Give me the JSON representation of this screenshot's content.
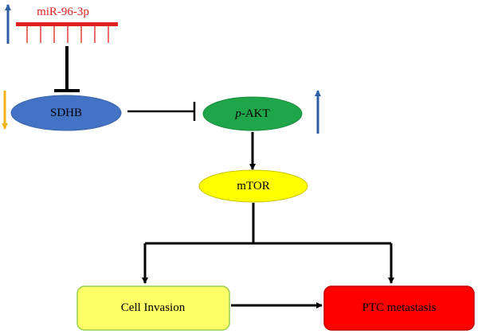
{
  "nodes": {
    "mirna": {
      "label": "miR-96-3p",
      "color": "#e0211f",
      "regulation": "up",
      "indicator_color": "#2e5fa6"
    },
    "sdhb": {
      "label": "SDHB",
      "fill": "#4472c4",
      "regulation": "down",
      "indicator_color": "#f2b21a"
    },
    "pakt": {
      "label_italic": "p",
      "label_rest": "-AKT",
      "fill": "#1fa64a",
      "regulation": "up",
      "indicator_color": "#2e5fa6"
    },
    "mtor": {
      "label": "mTOR",
      "fill": "#ffff00"
    },
    "cell_invasion": {
      "label": "Cell Invasion",
      "fill": "#ffff66",
      "border": "#92d050"
    },
    "ptc_metastasis": {
      "label": "PTC metastasis",
      "fill": "#ff0000"
    }
  },
  "edges": [
    {
      "from": "mirna",
      "to": "sdhb",
      "type": "inhibition"
    },
    {
      "from": "sdhb",
      "to": "pakt",
      "type": "inhibition"
    },
    {
      "from": "pakt",
      "to": "mtor",
      "type": "activation"
    },
    {
      "from": "mtor",
      "to": "cell_invasion",
      "type": "activation"
    },
    {
      "from": "mtor",
      "to": "ptc_metastasis",
      "type": "activation"
    },
    {
      "from": "cell_invasion",
      "to": "ptc_metastasis",
      "type": "activation"
    }
  ]
}
